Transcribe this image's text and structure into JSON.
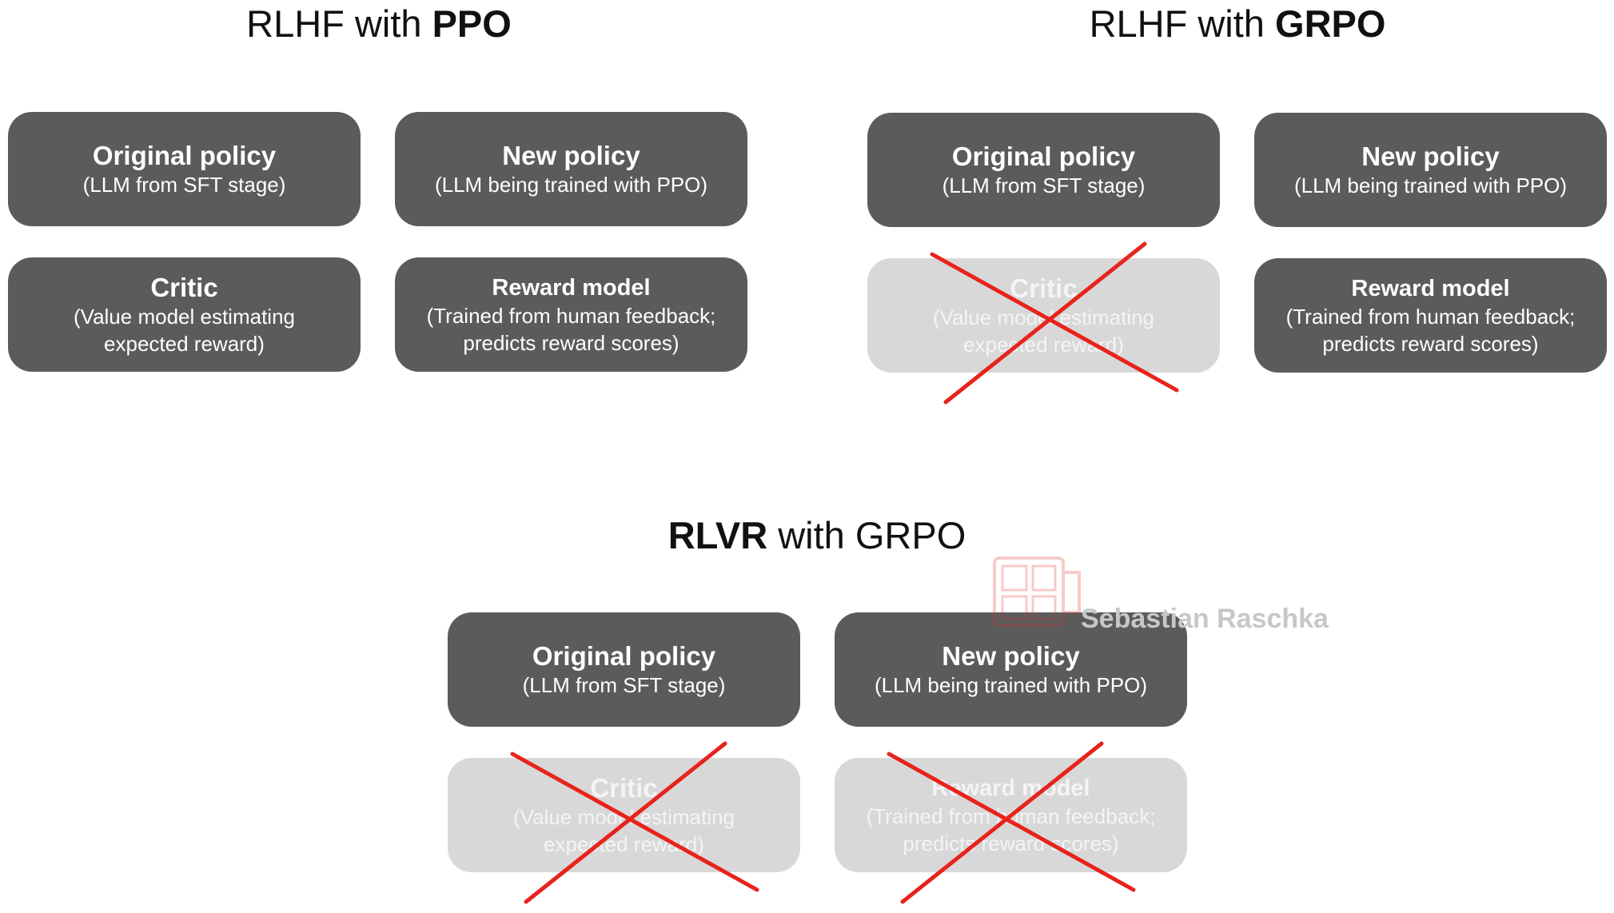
{
  "colors": {
    "box_active": "#5b5b5b",
    "box_removed": "#d8d8d8",
    "cross": "#e8231c"
  },
  "sections": {
    "ppo": {
      "title_plain": "RLHF with ",
      "title_bold": "PPO",
      "boxes": [
        {
          "title": "Original policy",
          "subtitle": "(LLM from SFT stage)",
          "removed": false
        },
        {
          "title": "New policy",
          "subtitle": "(LLM being trained with PPO)",
          "removed": false
        },
        {
          "title": "Critic",
          "subtitle": "(Value model estimating\nexpected reward)",
          "removed": false
        },
        {
          "title": "Reward model",
          "subtitle": "(Trained from human feedback;\npredicts reward scores)",
          "removed": false
        }
      ]
    },
    "grpo": {
      "title_plain": "RLHF with ",
      "title_bold": "GRPO",
      "boxes": [
        {
          "title": "Original policy",
          "subtitle": "(LLM from SFT stage)",
          "removed": false
        },
        {
          "title": "New policy",
          "subtitle": "(LLM being trained with PPO)",
          "removed": false
        },
        {
          "title": "Critic",
          "subtitle": "(Value model estimating\nexpected reward)",
          "removed": true
        },
        {
          "title": "Reward model",
          "subtitle": "(Trained from human feedback;\npredicts reward scores)",
          "removed": false
        }
      ]
    },
    "rlvr": {
      "title_bold": "RLVR",
      "title_plain": " with GRPO",
      "boxes": [
        {
          "title": "Original policy",
          "subtitle": "(LLM from SFT stage)",
          "removed": false
        },
        {
          "title": "New policy",
          "subtitle": "(LLM being trained with PPO)",
          "removed": false
        },
        {
          "title": "Critic",
          "subtitle": "(Value model estimating\nexpected reward)",
          "removed": true
        },
        {
          "title": "Reward model",
          "subtitle": "(Trained from human feedback;\npredicts reward scores)",
          "removed": true
        }
      ]
    }
  },
  "watermark": {
    "text": "Sebastian Raschka"
  }
}
